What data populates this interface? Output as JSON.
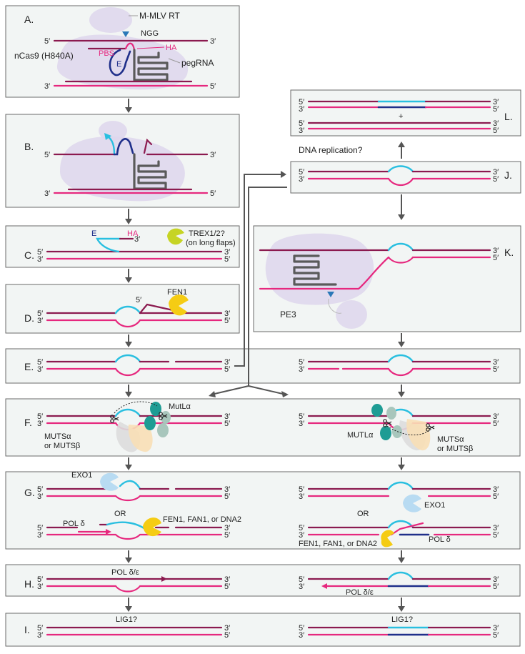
{
  "panels": {
    "A": {
      "label": "A.",
      "enzyme": "M-MLV RT",
      "nick_site": "NGG",
      "cas": "nCas9 (H840A)",
      "pbs": "PBS",
      "ha": "HA",
      "e": "E",
      "guide": "pegRNA"
    },
    "B": {
      "label": "B."
    },
    "C": {
      "label": "C.",
      "e": "E",
      "ha": "HA",
      "three_prime": "3′",
      "nuclease": "TREX1/2?",
      "nuclease_note": "(on long flaps)"
    },
    "D": {
      "label": "D.",
      "five_prime": "5′",
      "enzyme": "FEN1"
    },
    "E": {
      "label": "E."
    },
    "F": {
      "label": "F.",
      "mutl": "MutLα",
      "muts_a": "MUTSα",
      "muts_b": "or MUTSβ"
    },
    "F2": {
      "mutl": "MUTLα",
      "muts_a": "MUTSα",
      "muts_b": "or MUTSβ"
    },
    "G": {
      "label": "G.",
      "exo": "EXO1",
      "or": "OR",
      "pol": "POL δ",
      "flap": "FEN1, FAN1, or DNA2"
    },
    "G2": {
      "or": "OR",
      "exo": "EXO1",
      "pol": "POL δ",
      "flap": "FEN1, FAN1, or DNA2"
    },
    "H": {
      "label": "H.",
      "pol": "POL δ/ε"
    },
    "H2": {
      "pol": "POL δ/ε"
    },
    "I": {
      "label": "I.",
      "lig": "LIG1?"
    },
    "I2": {
      "lig": "LIG1?"
    },
    "J": {
      "label": "J.",
      "question": "DNA replication?"
    },
    "K": {
      "label": "K.",
      "system": "PE3"
    },
    "L": {
      "label": "L.",
      "plus": "+"
    }
  },
  "ends": {
    "five": "5′",
    "three": "3′"
  },
  "colors": {
    "dark_strand": "#8b1a4f",
    "pink_strand": "#e6287e",
    "edit": "#29bfe0",
    "edit_dark": "#1f2f8a",
    "rna": "#5a5a5a",
    "cas9": "#ded6ec",
    "fen1": "#f5cc14",
    "trex": "#c6d424",
    "exo1": "#b8dbf2",
    "mutl": "#1e9c94",
    "muts_a": "#f8dfb6",
    "muts_b": "#dddddd",
    "nick": "#2a78b8",
    "panel_fill": "#f2f5f4"
  },
  "icons": [
    "scissors-icon",
    "nick-triangle-icon",
    "arrow-down-icon",
    "arrow-up-icon"
  ]
}
